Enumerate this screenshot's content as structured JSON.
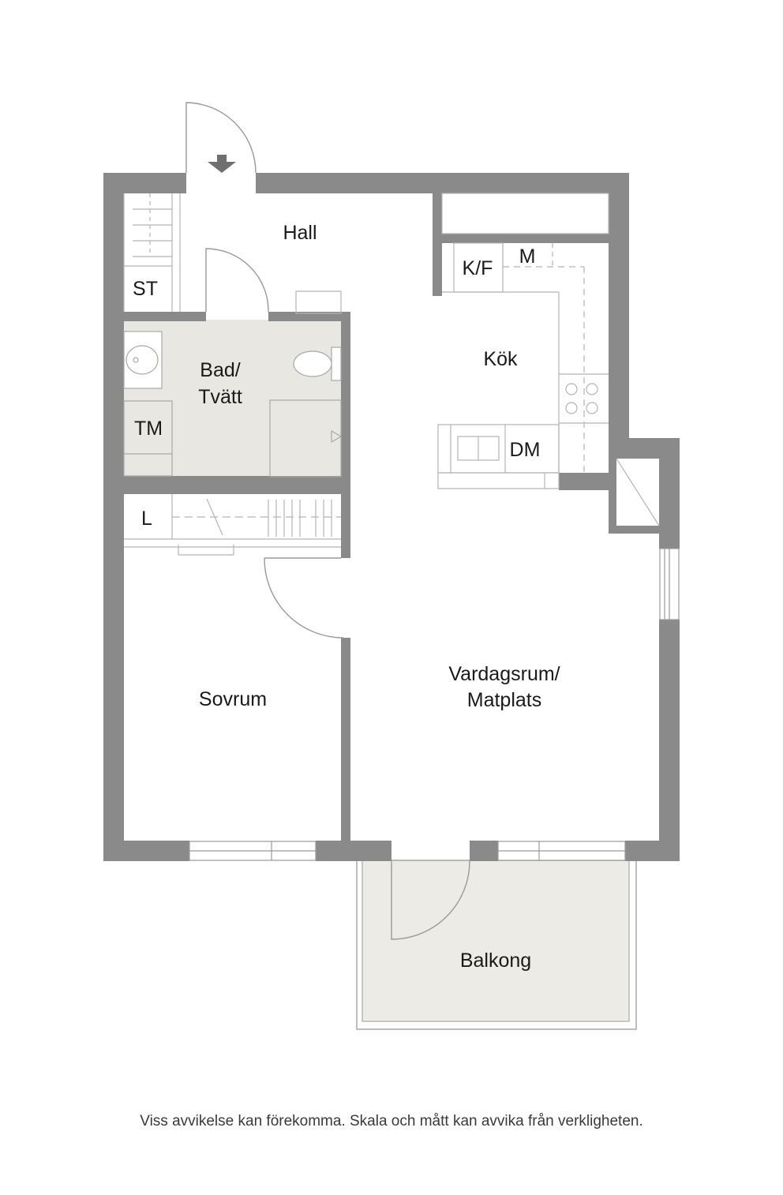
{
  "rooms": {
    "hall": "Hall",
    "storage": "ST",
    "bathroom_line1": "Bad/",
    "bathroom_line2": "Tvätt",
    "dryer": "TM",
    "fridge_freezer": "K/F",
    "microwave": "M",
    "kitchen": "Kök",
    "dishwasher": "DM",
    "linen_closet": "L",
    "bedroom": "Sovrum",
    "living_line1": "Vardagsrum/",
    "living_line2": "Matplats",
    "balcony": "Balkong"
  },
  "disclaimer": "Viss avvikelse kan förekomma. Skala och mått kan avvika från verkligheten.",
  "colors": {
    "wall": "#8a8a8b",
    "wet_room_floor": "#e9e7e2",
    "balcony_floor": "#ecebe6",
    "fixture_line": "#a8a8a8",
    "text": "#1a1a1a"
  }
}
